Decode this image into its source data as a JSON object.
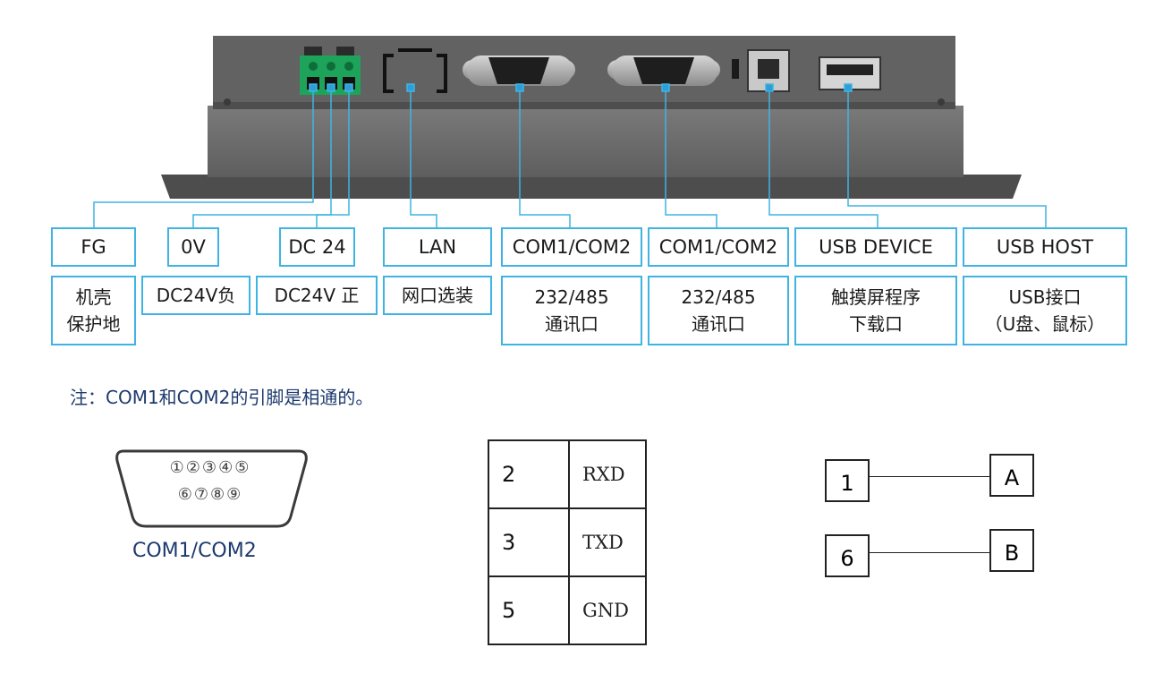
{
  "colors": {
    "accent": "#3fb4e3",
    "housing": "#6b6b6b",
    "note": "#1d3a6e"
  },
  "ports": [
    {
      "name": "FG",
      "desc": "机壳\n保护地"
    },
    {
      "name": "0V",
      "desc": "DC24V负"
    },
    {
      "name": "DC 24",
      "desc": "DC24V 正"
    },
    {
      "name": "LAN",
      "desc": "网口选装"
    },
    {
      "name": "COM1/COM2",
      "desc": "232/485\n通讯口"
    },
    {
      "name": "COM1/COM2",
      "desc": "232/485\n通讯口"
    },
    {
      "name": "USB  DEVICE",
      "desc": "触摸屏程序\n下载口"
    },
    {
      "name": "USB  HOST",
      "desc": "USB接口\n（U盘、鼠标）"
    }
  ],
  "note": "注：COM1和COM2的引脚是相通的。",
  "dsub": {
    "row1": "①②③④⑤",
    "row2": "⑥⑦⑧⑨",
    "caption": "COM1/COM2"
  },
  "pin_table": [
    {
      "pin": "2",
      "signal": "RXD"
    },
    {
      "pin": "3",
      "signal": "TXD"
    },
    {
      "pin": "5",
      "signal": "GND"
    }
  ],
  "wiring": [
    {
      "from": "1",
      "to": "A"
    },
    {
      "from": "6",
      "to": "B"
    }
  ]
}
